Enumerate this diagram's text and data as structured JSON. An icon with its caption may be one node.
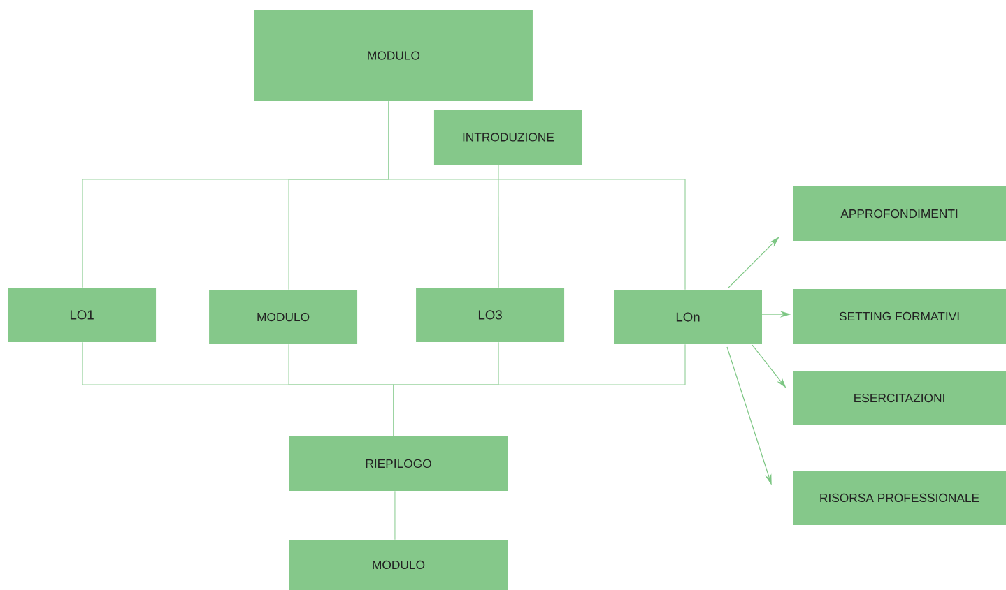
{
  "diagram": {
    "nodes": [
      {
        "text": [
          "MODULO"
        ]
      },
      {
        "text": [
          "INTRODUZIONE"
        ]
      },
      {
        "text": [
          "LO1"
        ]
      },
      {
        "text": [
          "MODULO"
        ]
      },
      {
        "text": [
          "LO3"
        ]
      },
      {
        "text": [
          "LOn"
        ]
      },
      {
        "text": [
          "APPROFONDIMENTI"
        ]
      },
      {
        "text": [
          "SETTING FORMATIVI"
        ]
      },
      {
        "text": [
          "ESERCITAZIONI"
        ]
      },
      {
        "text": [
          "RISORSA PROFESSIONALE"
        ]
      },
      {
        "text": [
          "RIEPILOGO"
        ]
      },
      {
        "text": [
          "MODULO"
        ]
      }
    ],
    "edges": [
      {
        "from": 0,
        "to": 2,
        "arrow": "none"
      },
      {
        "from": 0,
        "to": 3,
        "arrow": "none"
      },
      {
        "from": 0,
        "to": 5,
        "arrow": "none"
      },
      {
        "from": 1,
        "to": 4,
        "arrow": "none"
      },
      {
        "from": 5,
        "to": 6,
        "arrow": "to"
      },
      {
        "from": 5,
        "to": 7,
        "arrow": "to"
      },
      {
        "from": 5,
        "to": 8,
        "arrow": "to"
      },
      {
        "from": 5,
        "to": 9,
        "arrow": "to"
      },
      {
        "from": 2,
        "to": 10,
        "arrow": "none"
      },
      {
        "from": 3,
        "to": 10,
        "arrow": "none"
      },
      {
        "from": 4,
        "to": 10,
        "arrow": "none"
      },
      {
        "from": 5,
        "to": 10,
        "arrow": "none"
      },
      {
        "from": 10,
        "to": 11,
        "arrow": "none"
      }
    ]
  }
}
